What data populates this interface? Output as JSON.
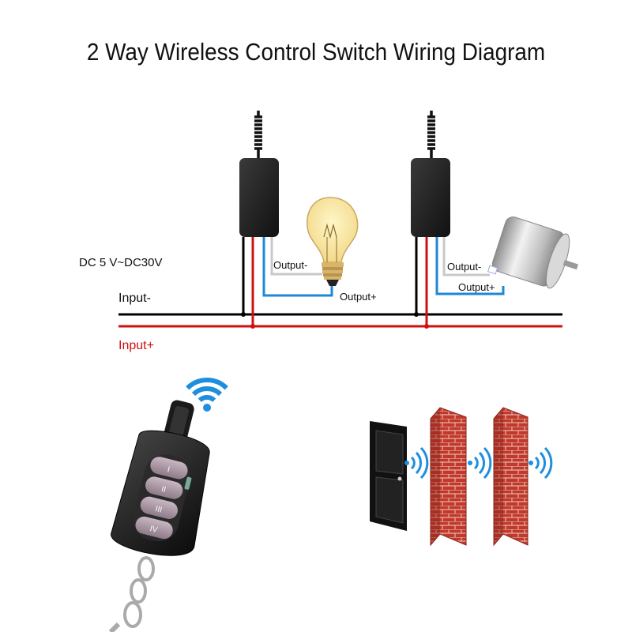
{
  "title": "2 Way Wireless Control Switch Wiring Diagram",
  "labels": {
    "voltage": "DC  5  V~DC30V",
    "input_minus": "Input-",
    "input_plus": "Input+",
    "output_minus_1": "Output-",
    "output_plus_1": "Output+",
    "output_minus_2": "Output-",
    "output_plus_2": "Output+"
  },
  "remote": {
    "buttons": [
      "I",
      "II",
      "III",
      "IV"
    ]
  },
  "colors": {
    "wire_black": "#000000",
    "wire_red": "#d01010",
    "wire_blue": "#1e88d6",
    "wire_gray": "#c8c8c8",
    "signal_blue": "#1e8fe0",
    "brick": "#c0392b"
  }
}
